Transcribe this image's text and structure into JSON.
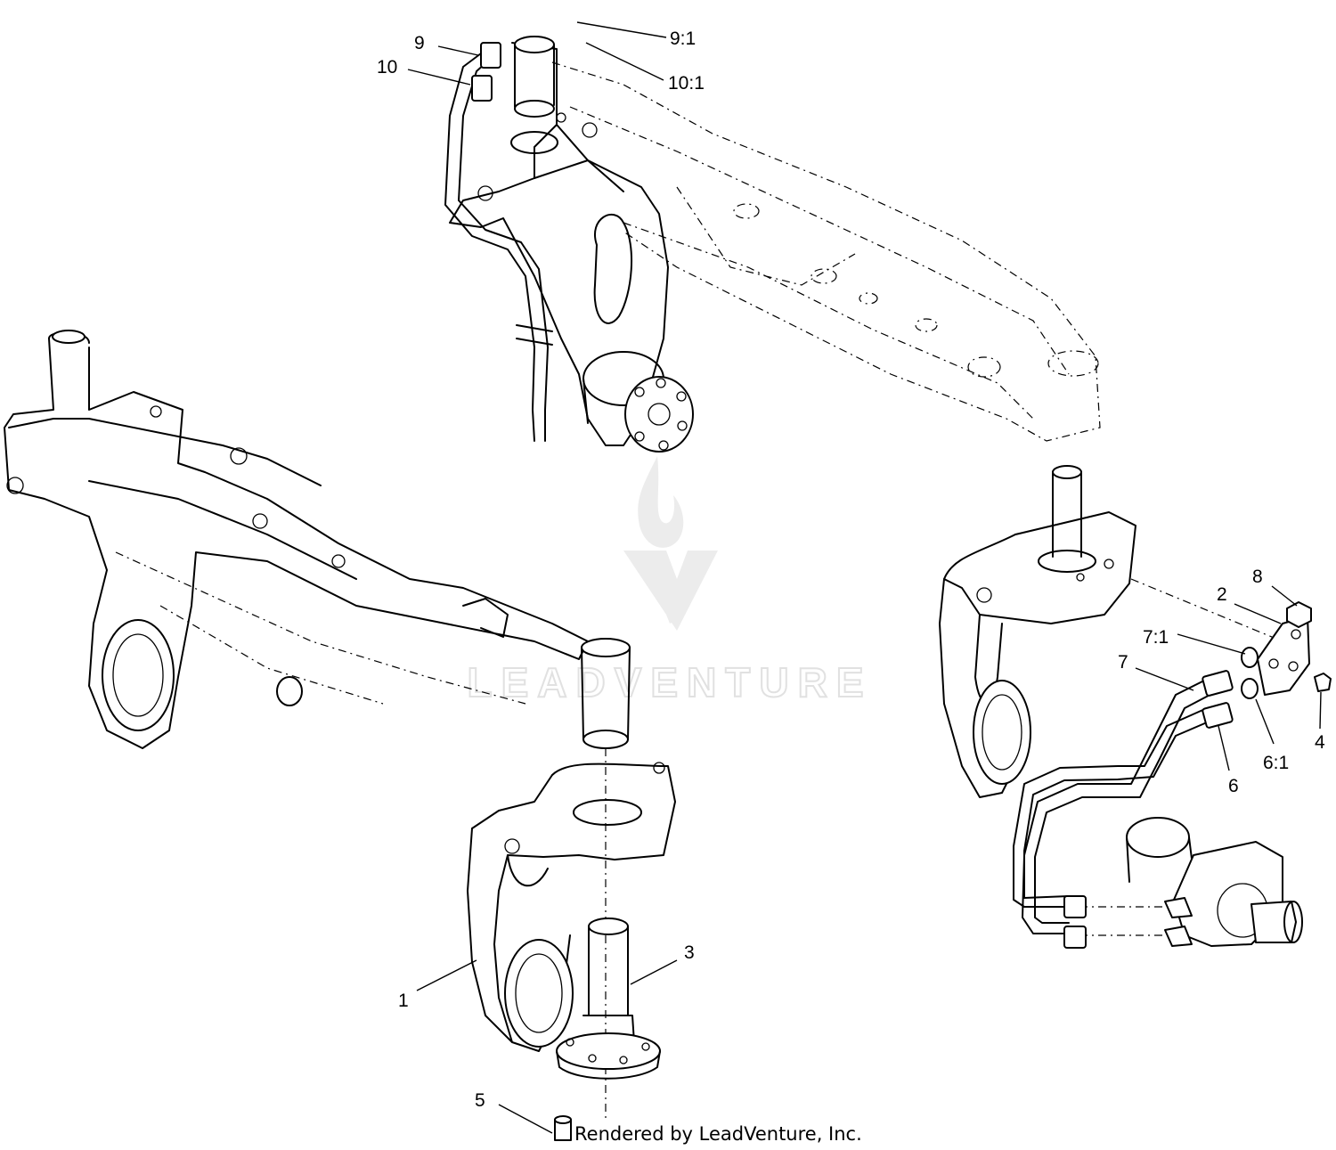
{
  "callouts": {
    "c1": "1",
    "c2": "2",
    "c3": "3",
    "c4": "4",
    "c5": "5",
    "c6": "6",
    "c6_1": "6:1",
    "c7": "7",
    "c7_1": "7:1",
    "c8": "8",
    "c9": "9",
    "c9_1": "9:1",
    "c10": "10",
    "c10_1": "10:1"
  },
  "watermark": {
    "text": "LEADVENTURE"
  },
  "credit": "Rendered by LeadVenture, Inc.",
  "colors": {
    "line": "#000000",
    "background": "#ffffff",
    "watermark": "#e1e1e1"
  }
}
